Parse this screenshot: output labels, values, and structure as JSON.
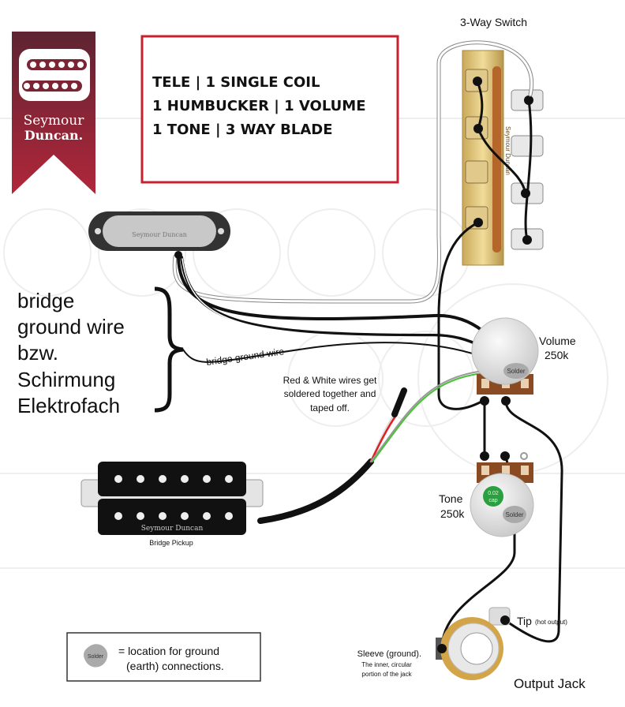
{
  "brand": {
    "name_line1": "Seymour",
    "name_line2": "Duncan.",
    "color": "#a3233a"
  },
  "title_box": {
    "lines": [
      "TELE | 1 SINGLE COIL",
      "1 HUMBUCKER | 1 VOLUME",
      "1 TONE | 3 WAY BLADE"
    ],
    "border_color": "#c8202f"
  },
  "switch": {
    "label": "3-Way Switch",
    "brand_text": "Seymour Duncan"
  },
  "neck_pickup": {
    "brand_text": "Seymour Duncan"
  },
  "bridge_pickup": {
    "brand_text": "Seymour Duncan",
    "label": "Bridge Pickup"
  },
  "annotation_left": {
    "lines": [
      "bridge",
      "ground wire",
      "bzw.",
      "Schirmung",
      "Elektrofach"
    ]
  },
  "ground_wire_label": "bridge ground wire",
  "red_white_note": {
    "lines": [
      "Red & White wires get",
      "soldered together and",
      "taped off."
    ]
  },
  "volume": {
    "label": "Volume",
    "value": "250k",
    "solder": "Solder"
  },
  "tone": {
    "label": "Tone",
    "value": "250k",
    "cap_line1": "0.02",
    "cap_line2": "cap",
    "solder": "Solder"
  },
  "jack": {
    "tip_label": "Tip",
    "tip_note": "(hot output)",
    "sleeve_label": "Sleeve (ground).",
    "sleeve_note1": "The inner, circular",
    "sleeve_note2": "portion of the jack",
    "title": "Output Jack"
  },
  "legend": {
    "solder": "Solder",
    "line1": "= location for ground",
    "line2": "(earth) connections."
  }
}
